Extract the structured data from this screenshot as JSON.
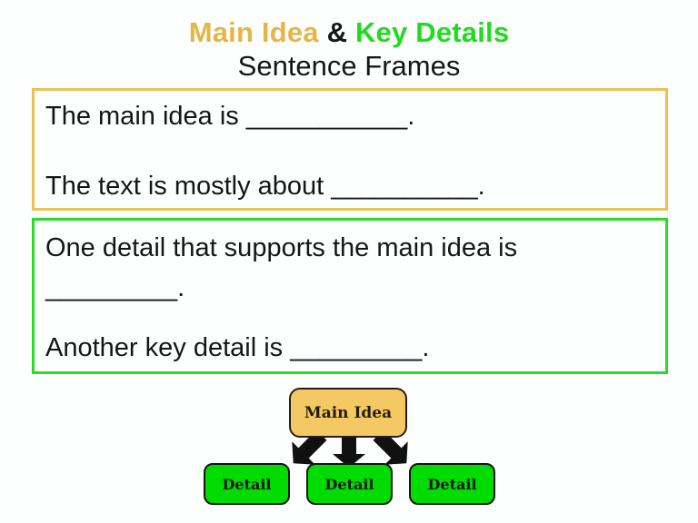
{
  "title": {
    "main_idea": "Main Idea",
    "ampersand": " & ",
    "key_details": "Key Details",
    "subtitle": "Sentence Frames"
  },
  "main_idea_frame": {
    "lines": [
      "The main idea is ___________.",
      "The text is mostly about __________."
    ]
  },
  "key_details_frame": {
    "lines": [
      "One detail that supports the main idea is",
      "_________.",
      "Another key detail is _________."
    ]
  },
  "diagram": {
    "main_node_label": "Main Idea",
    "detail_nodes": [
      "Detail",
      "Detail",
      "Detail"
    ]
  },
  "colors": {
    "title_gold": "#e5b647",
    "title_green": "#1edc1e",
    "gold_box_border": "#e8c253",
    "green_box_border": "#2bdb2b",
    "main_node_fill": "#f4c862",
    "detail_node_fill": "#00dc00",
    "arrow": "#111111"
  }
}
